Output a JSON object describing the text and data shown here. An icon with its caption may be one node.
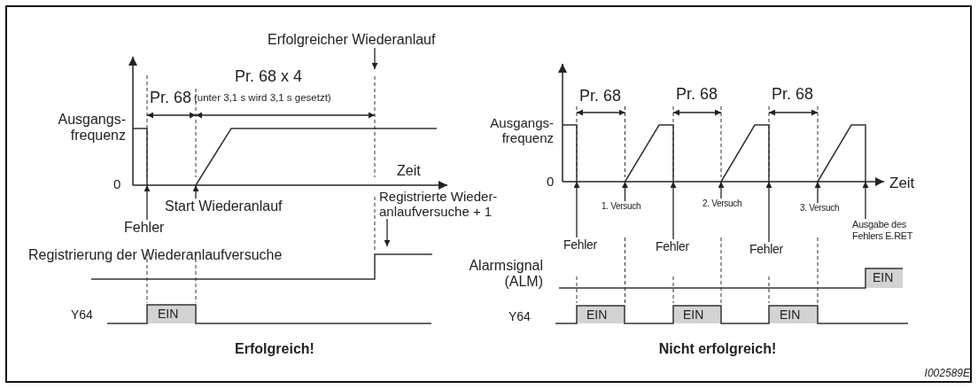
{
  "diagram": {
    "nodes": [
      {
        "text": [
          "Erfolgreicher Wiederanlauf"
        ]
      },
      {
        "text": [
          "Fehler"
        ]
      },
      {
        "text": [
          "Start Wiederanlauf"
        ]
      },
      {
        "text": [
          "Registrierte Wieder- anlaufversuche + 1"
        ]
      },
      {
        "text": [
          "Fehler"
        ]
      },
      {
        "text": [
          "1. Versuch"
        ]
      },
      {
        "text": [
          "Fehler"
        ]
      },
      {
        "text": [
          "2. Versuch"
        ]
      },
      {
        "text": [
          "Fehler"
        ]
      },
      {
        "text": [
          "3. Versuch"
        ]
      },
      {
        "text": [
          "Ausgabe des Fehlers E.RET"
        ]
      },
      {
        "text": [],
        "shape": "line"
      },
      {
        "text": [],
        "shape": "line"
      }
    ],
    "edges": [
      {
        "from": 0,
        "to": null,
        "arrow": "to"
      },
      {
        "from": 1,
        "to": 11,
        "arrow": "to"
      },
      {
        "from": 2,
        "to": 11,
        "arrow": "to"
      },
      {
        "from": 3,
        "to": null,
        "arrow": "to"
      },
      {
        "from": 4,
        "to": 12,
        "arrow": "to"
      },
      {
        "from": 5,
        "to": 12,
        "arrow": "to"
      },
      {
        "from": 6,
        "to": 12,
        "arrow": "to"
      },
      {
        "from": 7,
        "to": 12,
        "arrow": "to"
      },
      {
        "from": 8,
        "to": 12,
        "arrow": "to"
      },
      {
        "from": 9,
        "to": 12,
        "arrow": "to"
      },
      {
        "from": 10,
        "to": 12,
        "arrow": "to"
      }
    ],
    "labels": [
      "Pr. 68 x 4",
      "Pr. 68",
      "(unter 3,1 s wird 3,1 s gesetzt)",
      "Pr. 68",
      "Pr. 68",
      "Pr. 68",
      "Ausgangs- frequenz",
      "Ausgangs- frequenz",
      "Zeit",
      "0",
      "0",
      "Zeit",
      "Registrierung der Wiederanlaufversuche",
      "Alarmsignal (ALM)",
      "EIN",
      "Y64",
      "EIN",
      "Y64",
      "EIN",
      "EIN",
      "EIN",
      "Erfolgreich!",
      "Nicht erfolgreich!",
      "I002589E"
    ]
  }
}
